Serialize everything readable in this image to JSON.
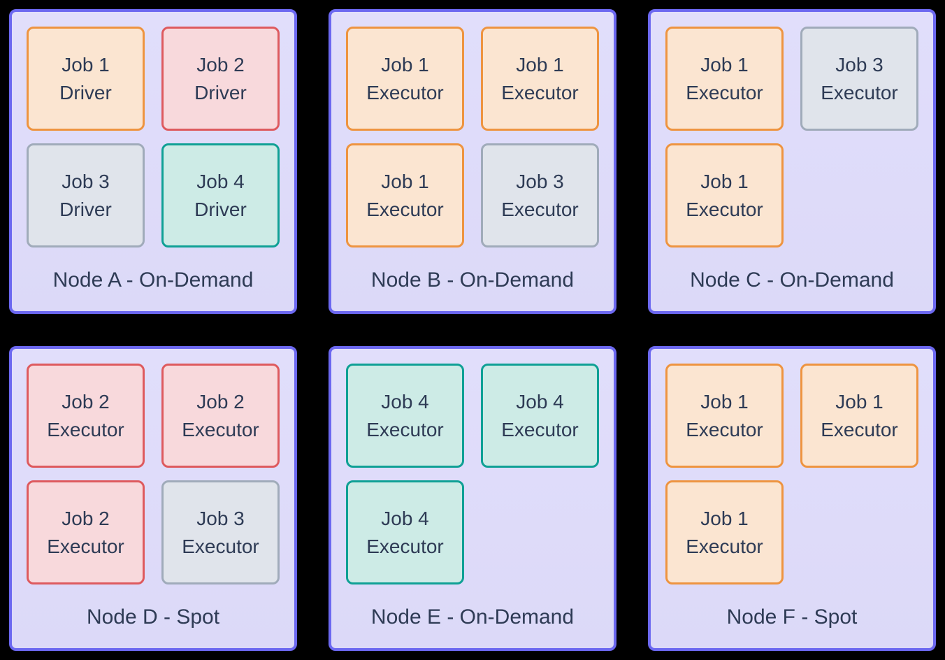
{
  "page": {
    "background": "#000000",
    "text_color": "#2E3B55"
  },
  "colors": {
    "node_fill": "#DCD9F8",
    "node_border": "#6C68F0",
    "job_styles": {
      "orange": {
        "border": "#EE9440",
        "fill": "#FBE5D1"
      },
      "red": {
        "border": "#DE5A5E",
        "fill": "#F8D9DC"
      },
      "gray": {
        "border": "#A0ABBA",
        "fill": "#E0E4EB"
      },
      "teal": {
        "border": "#0FA095",
        "fill": "#CDEBE6"
      }
    }
  },
  "nodes": [
    {
      "id": "node-a",
      "label": "Node A - On-Demand",
      "jobs": [
        {
          "line1": "Job 1",
          "line2": "Driver",
          "style": "orange"
        },
        {
          "line1": "Job 2",
          "line2": "Driver",
          "style": "red"
        },
        {
          "line1": "Job 3",
          "line2": "Driver",
          "style": "gray"
        },
        {
          "line1": "Job 4",
          "line2": "Driver",
          "style": "teal"
        }
      ]
    },
    {
      "id": "node-b",
      "label": "Node B - On-Demand",
      "jobs": [
        {
          "line1": "Job 1",
          "line2": "Executor",
          "style": "orange"
        },
        {
          "line1": "Job 1",
          "line2": "Executor",
          "style": "orange"
        },
        {
          "line1": "Job 1",
          "line2": "Executor",
          "style": "orange"
        },
        {
          "line1": "Job 3",
          "line2": "Executor",
          "style": "gray"
        }
      ]
    },
    {
      "id": "node-c",
      "label": "Node C - On-Demand",
      "jobs": [
        {
          "line1": "Job 1",
          "line2": "Executor",
          "style": "orange"
        },
        {
          "line1": "Job 3",
          "line2": "Executor",
          "style": "gray"
        },
        {
          "line1": "Job 1",
          "line2": "Executor",
          "style": "orange"
        }
      ]
    },
    {
      "id": "node-d",
      "label": "Node D - Spot",
      "jobs": [
        {
          "line1": "Job 2",
          "line2": "Executor",
          "style": "red"
        },
        {
          "line1": "Job 2",
          "line2": "Executor",
          "style": "red"
        },
        {
          "line1": "Job 2",
          "line2": "Executor",
          "style": "red"
        },
        {
          "line1": "Job 3",
          "line2": "Executor",
          "style": "gray"
        }
      ]
    },
    {
      "id": "node-e",
      "label": "Node E - On-Demand",
      "jobs": [
        {
          "line1": "Job 4",
          "line2": "Executor",
          "style": "teal"
        },
        {
          "line1": "Job 4",
          "line2": "Executor",
          "style": "teal"
        },
        {
          "line1": "Job 4",
          "line2": "Executor",
          "style": "teal"
        }
      ]
    },
    {
      "id": "node-f",
      "label": "Node F - Spot",
      "jobs": [
        {
          "line1": "Job 1",
          "line2": "Executor",
          "style": "orange"
        },
        {
          "line1": "Job 1",
          "line2": "Executor",
          "style": "orange"
        },
        {
          "line1": "Job 1",
          "line2": "Executor",
          "style": "orange"
        }
      ]
    }
  ]
}
